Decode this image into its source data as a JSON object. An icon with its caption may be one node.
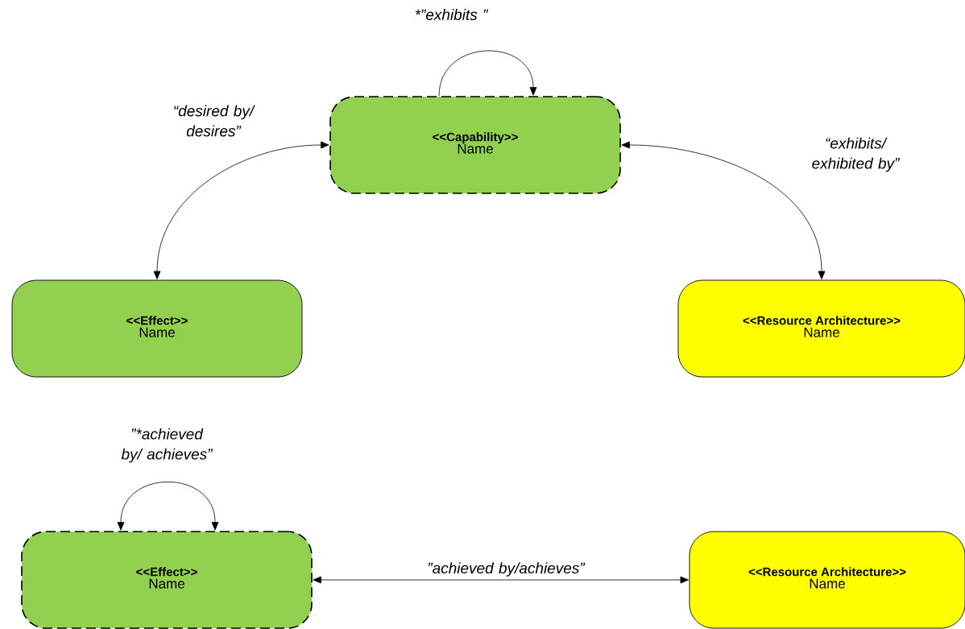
{
  "diagram": {
    "nodes": [
      {
        "text": [
          "<<Capability>>",
          "Name"
        ]
      },
      {
        "text": [
          "<<Effect>>",
          "Name"
        ]
      },
      {
        "text": [
          "<<Resource Architecture>>",
          "Name"
        ]
      },
      {
        "text": [
          "<<Effect>>",
          "Name"
        ]
      },
      {
        "text": [
          "<<Resource Architecture>>",
          "Name"
        ]
      }
    ],
    "edges": [
      {
        "from": 0,
        "to": 0,
        "arrow": "to",
        "label": "*”exhibits ”"
      },
      {
        "from": 1,
        "to": 0,
        "arrow": "both",
        "label": "“desired by/ desires”"
      },
      {
        "from": 0,
        "to": 2,
        "arrow": "both",
        "label": "“exhibits/ exhibited by”"
      },
      {
        "from": 3,
        "to": 3,
        "arrow": "both",
        "label": "”*achieved by/ achieves”"
      },
      {
        "from": 3,
        "to": 4,
        "arrow": "both",
        "label": "”achieved by/achieves”"
      }
    ]
  }
}
